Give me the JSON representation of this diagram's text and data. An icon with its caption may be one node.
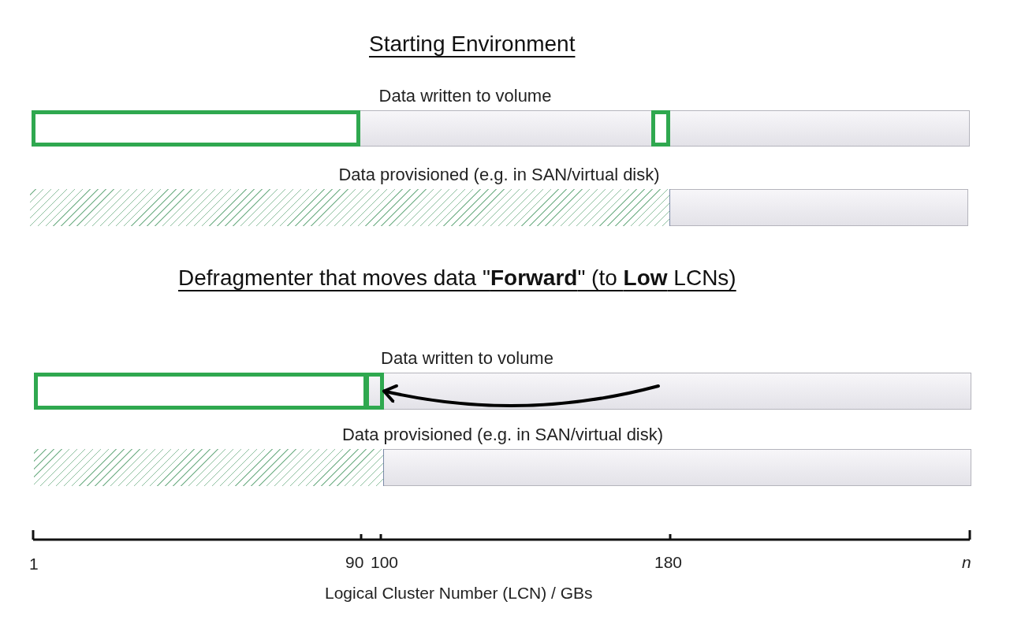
{
  "diagram": {
    "nodes": [
      {
        "text": [
          "Data written to volume"
        ]
      },
      {
        "text": [],
        "shape": "box",
        "in": 0
      },
      {
        "text": [],
        "shape": "box",
        "in": 0
      },
      {
        "text": [
          "Data provisioned (e.g. in SAN/virtual disk)"
        ]
      },
      {
        "text": [],
        "shape": "bar",
        "in": 3
      },
      {
        "text": [
          "Data written to volume"
        ]
      },
      {
        "text": [],
        "shape": "box",
        "in": 5
      },
      {
        "text": [],
        "shape": "box",
        "in": 5
      },
      {
        "text": [
          "Data provisioned (e.g. in SAN/virtual disk)"
        ]
      },
      {
        "text": [],
        "shape": "bar",
        "in": 8
      }
    ],
    "edges": [
      {
        "from": null,
        "to": 7,
        "arrow": "to"
      }
    ],
    "labels": [
      "Starting Environment",
      "Defragmenter that moves data \"**Forward**\" (to **Low** LCNs)",
      "1",
      "90",
      "100",
      "180",
      "n",
      "Logical Cluster Number (LCN) / GBs"
    ]
  }
}
